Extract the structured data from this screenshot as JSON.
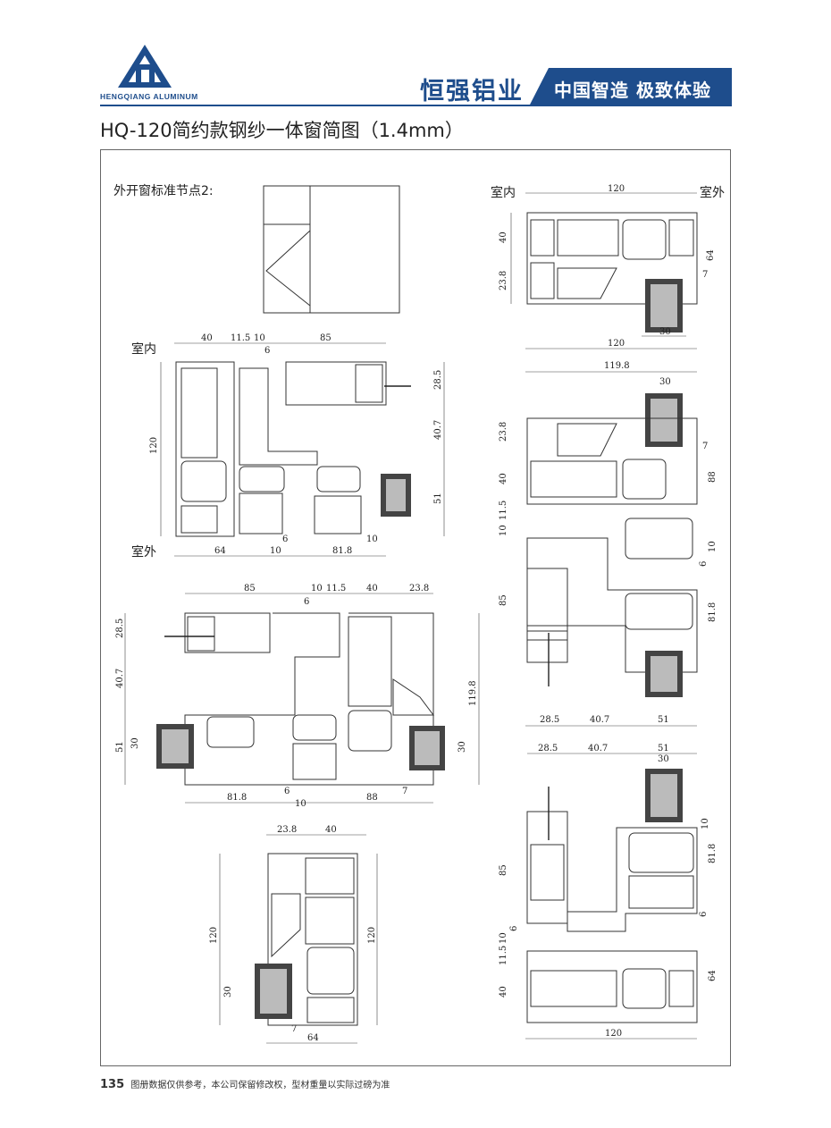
{
  "header": {
    "logo_text": "HENGQIANG ALUMINUM",
    "brand_name": "恒强铝业",
    "slogan": "中国智造 极致体验",
    "brand_color": "#1e4d8c"
  },
  "title": "HQ-120简约款钢纱一体窗简图（1.4mm）",
  "footer": {
    "page_number": "135",
    "note": "图册数据仅供参考，本公司保留修改权，型材重量以实际过磅为准"
  },
  "labels": {
    "node_title": "外开窗标准节点2:",
    "indoor": "室内",
    "outdoor": "室外"
  },
  "dims": {
    "tr_120_top": "120",
    "tr_40": "40",
    "tr_238": "23.8",
    "tr_64": "64",
    "tr_7": "7",
    "tr_30": "30",
    "tr_120_bot": "120",
    "ml_40": "40",
    "ml_115": "11.5",
    "ml_10": "10",
    "ml_85": "85",
    "ml_6": "6",
    "ml_285": "28.5",
    "ml_407": "40.7",
    "ml_120": "120",
    "ml_51": "51",
    "ml_64": "64",
    "ml_10b": "10",
    "ml_6b": "6",
    "ml_818": "81.8",
    "ml_10c": "10",
    "mr_1198": "119.8",
    "mr_30": "30",
    "mr_238": "23.8",
    "mr_7": "7",
    "mr_40": "40",
    "mr_88": "88",
    "mr_115": "11.5",
    "mr_10": "10",
    "mr_10b": "10",
    "mr_6": "6",
    "mr_85": "85",
    "mr_818": "81.8",
    "mr_285": "28.5",
    "mr_407": "40.7",
    "mr_51": "51",
    "c_85": "85",
    "c_10": "10",
    "c_115": "11.5",
    "c_40": "40",
    "c_238": "23.8",
    "c_6": "6",
    "c_285": "28.5",
    "c_407": "40.7",
    "c_1198": "119.8",
    "c_51": "51",
    "c_30": "30",
    "c_30b": "30",
    "c_6b": "6",
    "c_10b": "10",
    "c_7": "7",
    "c_818": "81.8",
    "c_88": "88",
    "bl_238": "23.8",
    "bl_40": "40",
    "bl_120": "120",
    "bl_120b": "120",
    "bl_30": "30",
    "bl_7": "7",
    "bl_64": "64",
    "br_285": "28.5",
    "br_407": "40.7",
    "br_51": "51",
    "br_30": "30",
    "br_85": "85",
    "br_10": "10",
    "br_818": "81.8",
    "br_6": "6",
    "br_6b": "6",
    "br_10b": "10",
    "br_115": "11.5",
    "br_40": "40",
    "br_64": "64",
    "br_120": "120"
  }
}
